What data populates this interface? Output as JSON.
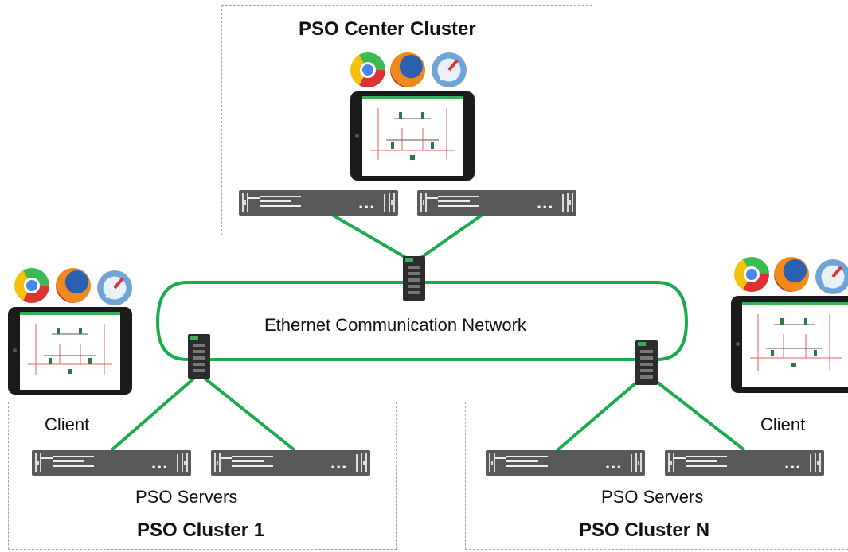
{
  "colors": {
    "link": "#1aab4b",
    "cluster_border": "#a8a8a8",
    "device": "#595959"
  },
  "center_cluster": {
    "title": "PSO Center Cluster"
  },
  "network": {
    "label": "Ethernet Communication Network"
  },
  "cluster1": {
    "title": "PSO Cluster 1",
    "client_label": "Client",
    "servers_label": "PSO Servers"
  },
  "clusterN": {
    "title": "PSO Cluster N",
    "client_label": "Client",
    "servers_label": "PSO Servers"
  },
  "server_dots": "...",
  "icons": [
    "chrome-icon",
    "firefox-icon",
    "safari-icon",
    "tablet-icon",
    "server-icon",
    "switch-icon"
  ]
}
